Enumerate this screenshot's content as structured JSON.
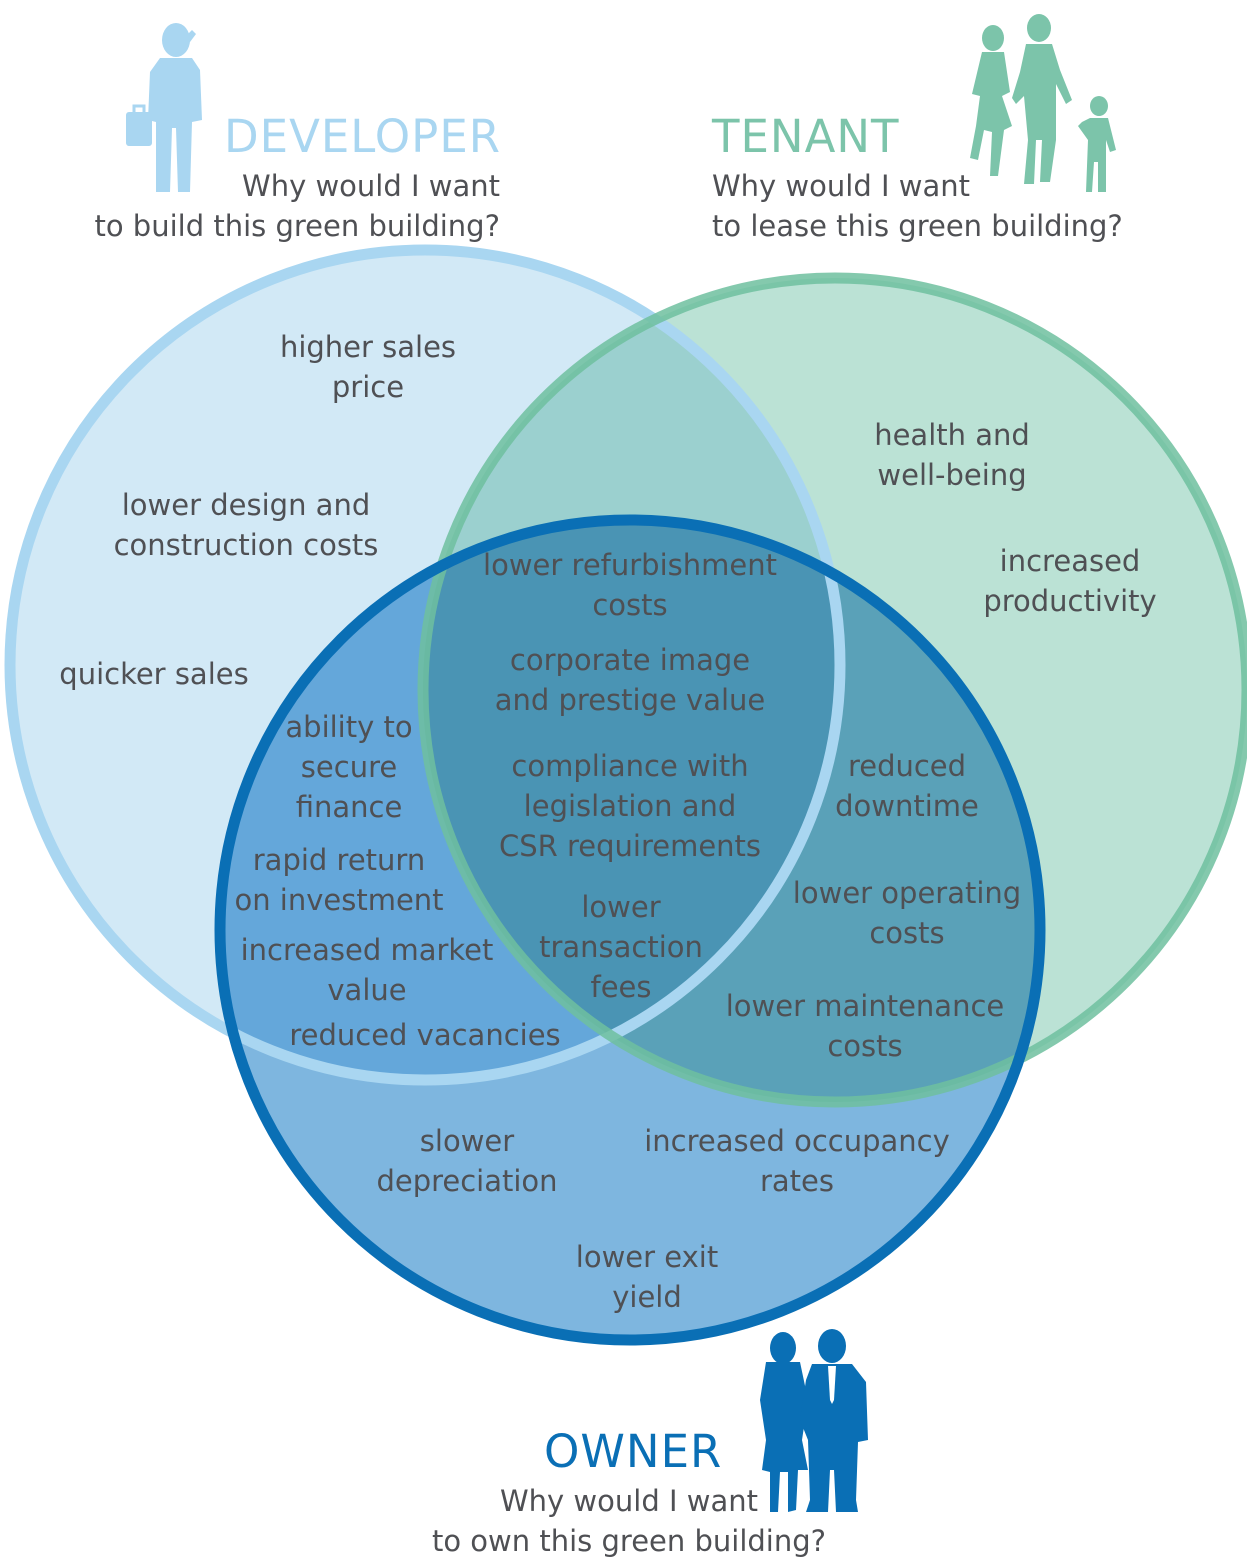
{
  "colors": {
    "developer": "#a9d6f1",
    "developer_fill": "#d2e9f6",
    "tenant": "#7cc4aa",
    "tenant_fill": "#b7e0d3",
    "owner": "#0a6fb5",
    "owner_fill": "#4f9ad0",
    "text": "#4f5054"
  },
  "developer": {
    "title": "DEVELOPER",
    "question_line1": "Why would I want",
    "question_line2": "to build this green building?",
    "icon": "businessman-with-briefcase-icon"
  },
  "tenant": {
    "title": "TENANT",
    "question_line1": "Why would I want",
    "question_line2": "to lease this green building?",
    "icon": "family-walking-icon"
  },
  "owner": {
    "title": "OWNER",
    "question_line1": "Why would I want",
    "question_line2": "to own this green building?",
    "icon": "business-couple-icon"
  },
  "benefits": {
    "higher_sales_price": [
      "higher sales",
      "price"
    ],
    "lower_design_costs": [
      "lower design and",
      "construction costs"
    ],
    "quicker_sales": [
      "quicker sales"
    ],
    "health": [
      "health and",
      "well-being"
    ],
    "productivity": [
      "increased",
      "productivity"
    ],
    "refurbishment": [
      "lower refurbishment",
      "costs"
    ],
    "corporate_image": [
      "corporate image",
      "and prestige value"
    ],
    "compliance": [
      "compliance with",
      "legislation and",
      "CSR requirements"
    ],
    "transaction_fees": [
      "lower",
      "transaction",
      "fees"
    ],
    "secure_finance": [
      "ability to",
      "secure",
      "finance"
    ],
    "rapid_return": [
      "rapid return",
      "on investment"
    ],
    "market_value": [
      "increased market",
      "value"
    ],
    "vacancies": [
      "reduced vacancies"
    ],
    "downtime": [
      "reduced",
      "downtime"
    ],
    "operating_costs": [
      "lower operating",
      "costs"
    ],
    "maintenance_costs": [
      "lower maintenance",
      "costs"
    ],
    "depreciation": [
      "slower",
      "depreciation"
    ],
    "occupancy": [
      "increased occupancy",
      "rates"
    ],
    "exit_yield": [
      "lower exit",
      "yield"
    ]
  }
}
